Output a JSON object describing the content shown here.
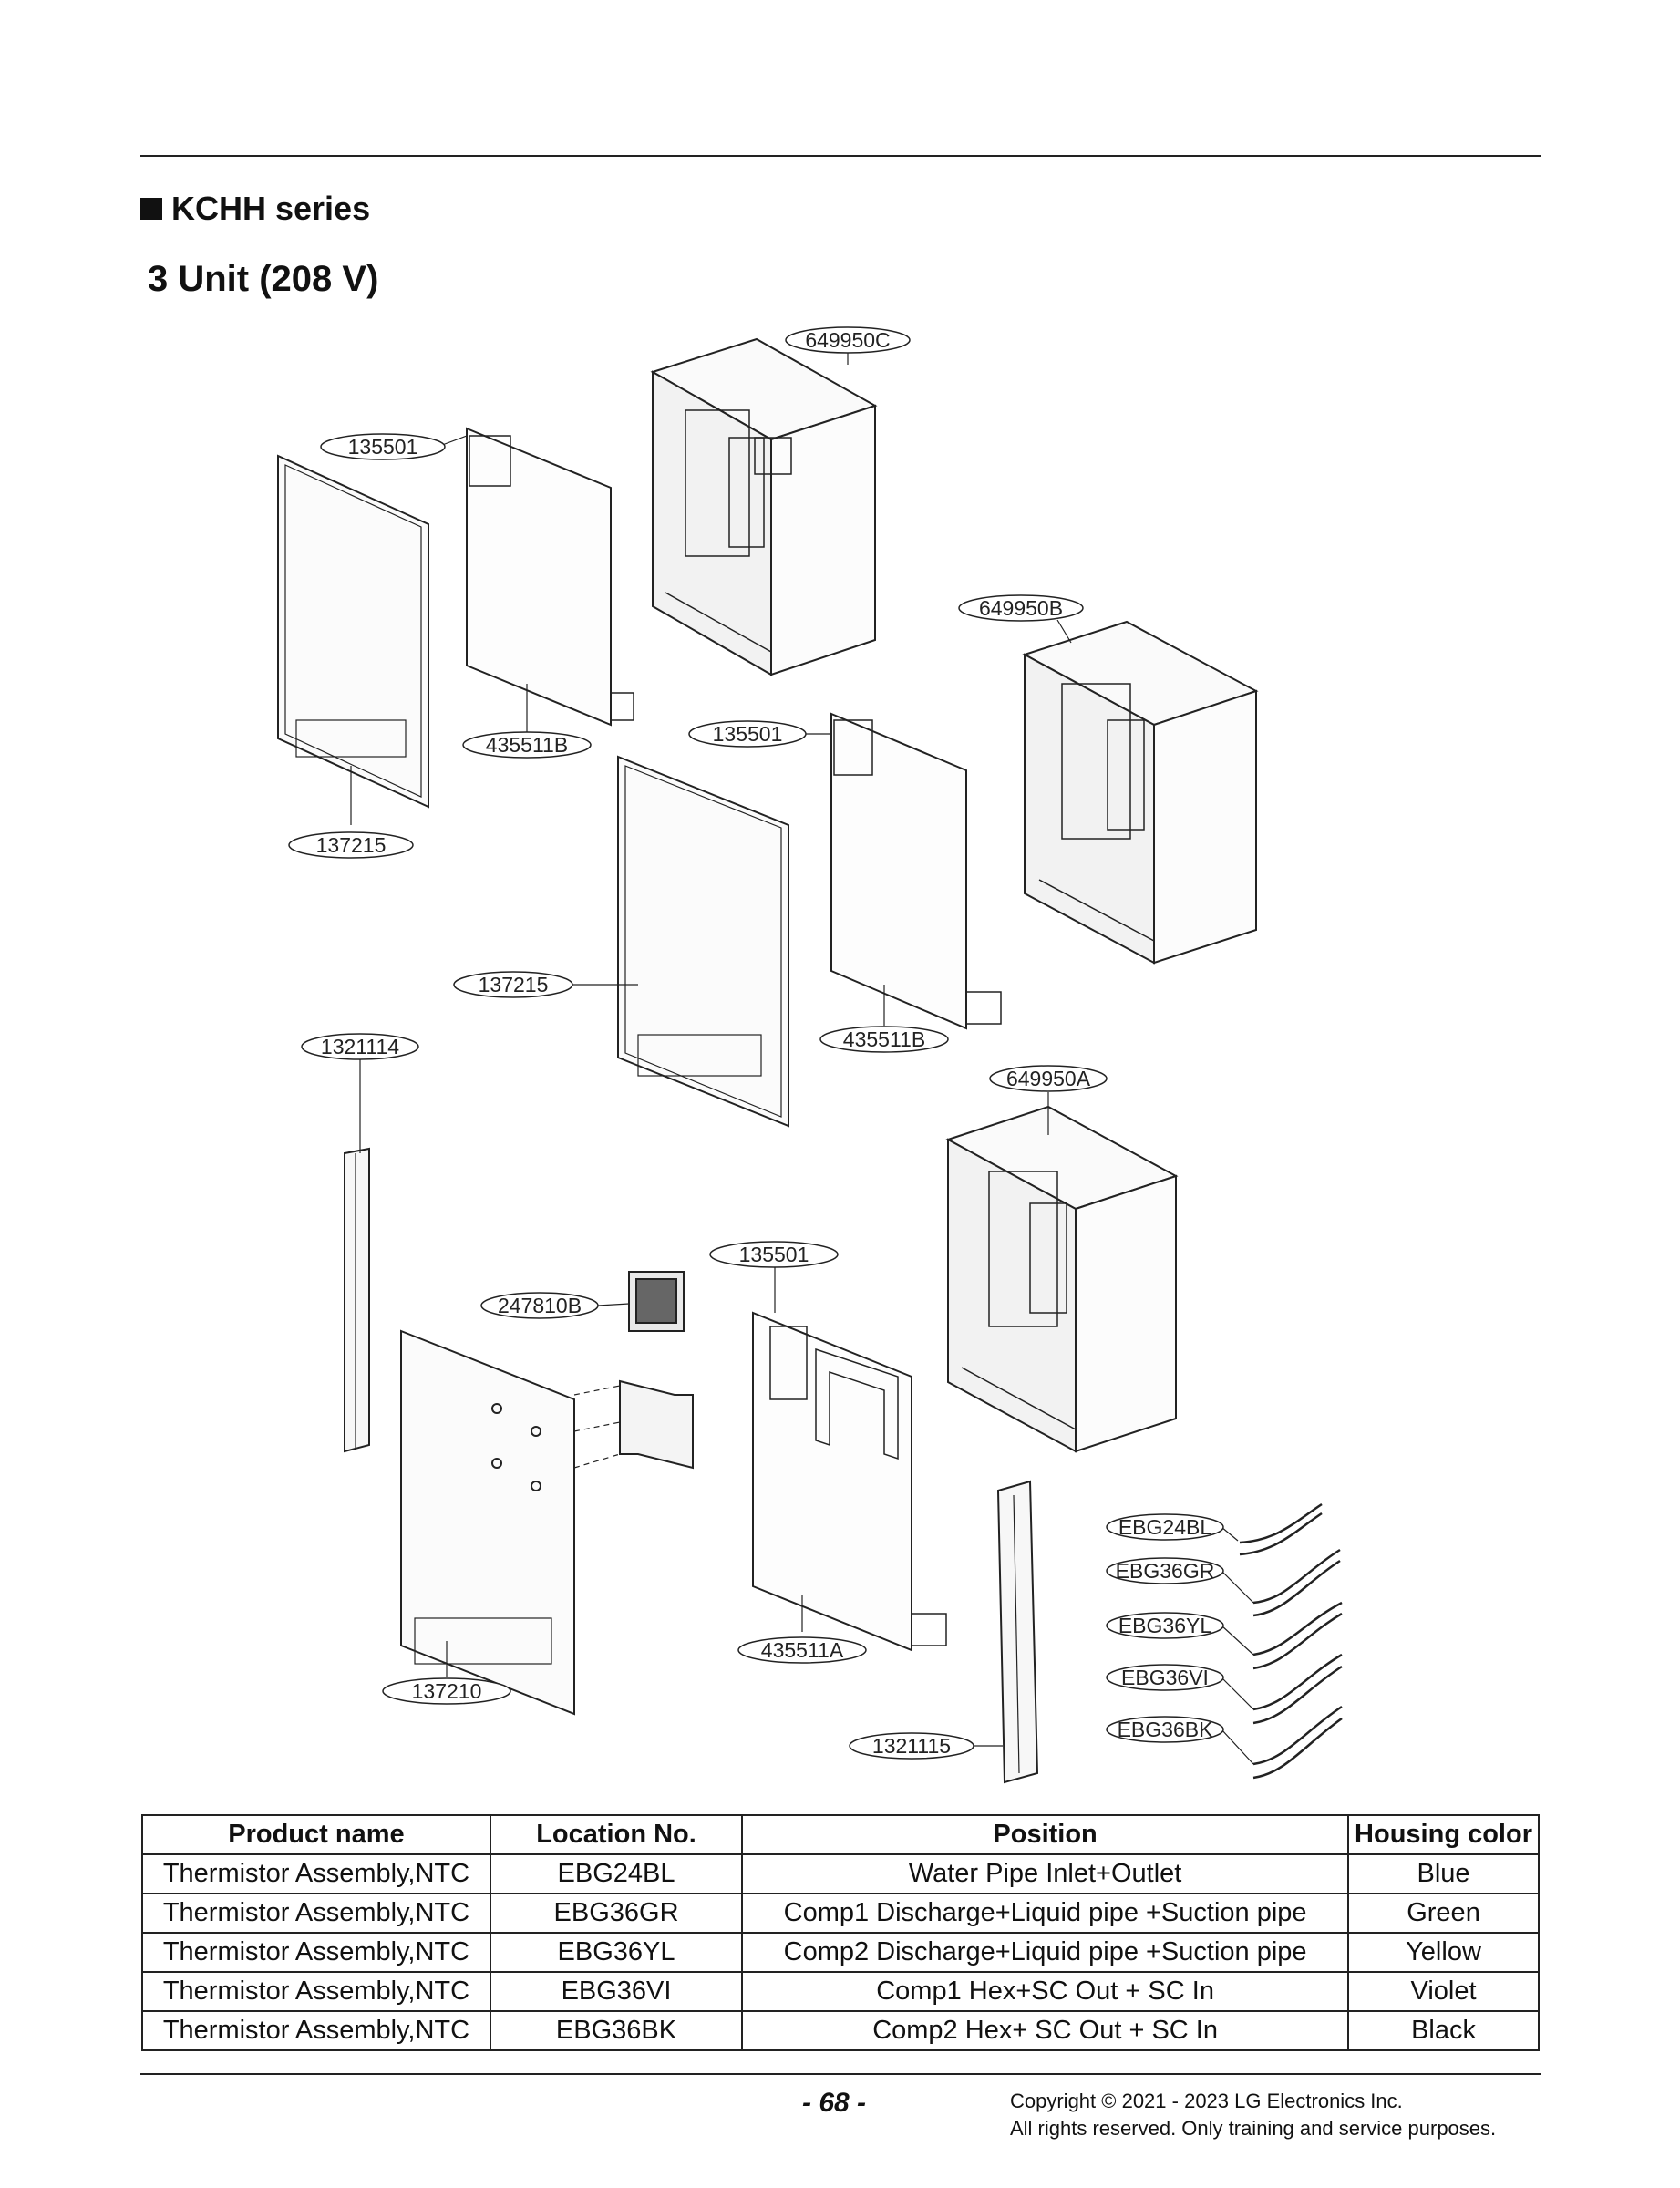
{
  "header": {
    "series_title": "KCHH series",
    "unit_title": "3 Unit (208 V)"
  },
  "diagram": {
    "callouts": {
      "c_649950C": "649950C",
      "c_649950B": "649950B",
      "c_649950A": "649950A",
      "c_135501_a": "135501",
      "c_135501_b": "135501",
      "c_135501_c": "135501",
      "c_435511B_a": "435511B",
      "c_435511B_b": "435511B",
      "c_435511A": "435511A",
      "c_137215_a": "137215",
      "c_137215_b": "137215",
      "c_137210": "137210",
      "c_1321114": "1321114",
      "c_1321115": "1321115",
      "c_247810B": "247810B",
      "c_EBG24BL": "EBG24BL",
      "c_EBG36GR": "EBG36GR",
      "c_EBG36YL": "EBG36YL",
      "c_EBG36VI": "EBG36VI",
      "c_EBG36BK": "EBG36BK"
    }
  },
  "table": {
    "headers": [
      "Product name",
      "Location No.",
      "Position",
      "Housing color"
    ],
    "rows": [
      [
        "Thermistor Assembly,NTC",
        "EBG24BL",
        "Water Pipe Inlet+Outlet",
        "Blue"
      ],
      [
        "Thermistor Assembly,NTC",
        "EBG36GR",
        "Comp1 Discharge+Liquid pipe +Suction pipe",
        "Green"
      ],
      [
        "Thermistor Assembly,NTC",
        "EBG36YL",
        "Comp2 Discharge+Liquid pipe +Suction pipe",
        "Yellow"
      ],
      [
        "Thermistor Assembly,NTC",
        "EBG36VI",
        "Comp1 Hex+SC Out + SC In",
        "Violet"
      ],
      [
        "Thermistor Assembly,NTC",
        "EBG36BK",
        "Comp2 Hex+ SC Out + SC In",
        "Black"
      ]
    ]
  },
  "footer": {
    "page_number": "- 68 -",
    "copyright_line1": "Copyright © 2021 - 2023 LG Electronics Inc.",
    "copyright_line2": "All rights reserved. Only training and service purposes."
  }
}
